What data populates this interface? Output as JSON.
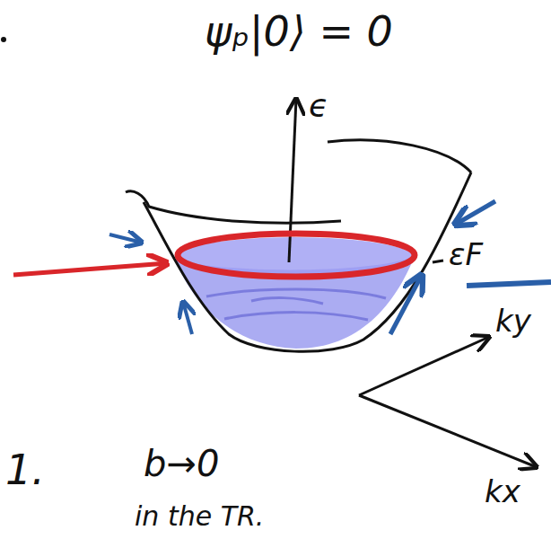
{
  "diagram": {
    "labels": [
      "ψₚ|0⟩ = 0",
      "ϵ",
      "εF",
      "ky",
      "kx",
      "1.",
      "b→0",
      "in the TR."
    ]
  }
}
